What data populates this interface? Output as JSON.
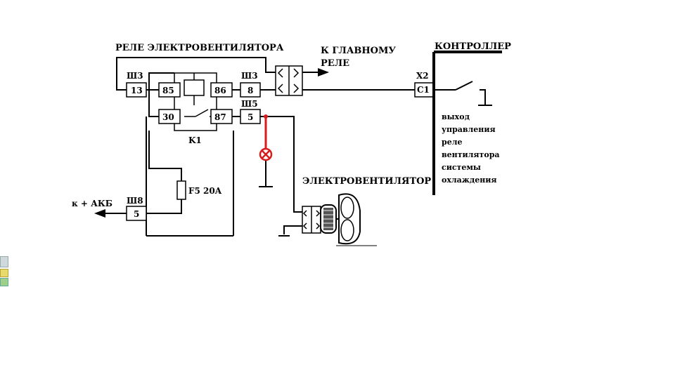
{
  "diagram": {
    "title_relay": "РЕЛЕ ЭЛЕКТРОВЕНТИЛЯТОРА",
    "to_main_relay": [
      "К ГЛАВНОМУ",
      "РЕЛЕ"
    ],
    "controller": "КОНТРОЛЛЕР",
    "x2": "X2",
    "c1": "C1",
    "controller_note": [
      "выход",
      "управления",
      "реле",
      "вентилятора",
      "системы",
      "охлаждения"
    ],
    "sh3_left": "Ш3",
    "pin_13": "13",
    "pin_85": "85",
    "pin_86": "86",
    "pin_30": "30",
    "pin_87": "87",
    "sh3_right": "Ш3",
    "pin_8": "8",
    "sh5": "Ш5",
    "pin_5_right": "5",
    "k1": "K1",
    "fuse": "F5 20A",
    "akb": "к + АКБ",
    "sh8": "Ш8",
    "pin_5_left": "5",
    "fan": "ЭЛЕКТРОВЕНТИЛЯТОР",
    "highlight_color": "#d81b1b"
  }
}
